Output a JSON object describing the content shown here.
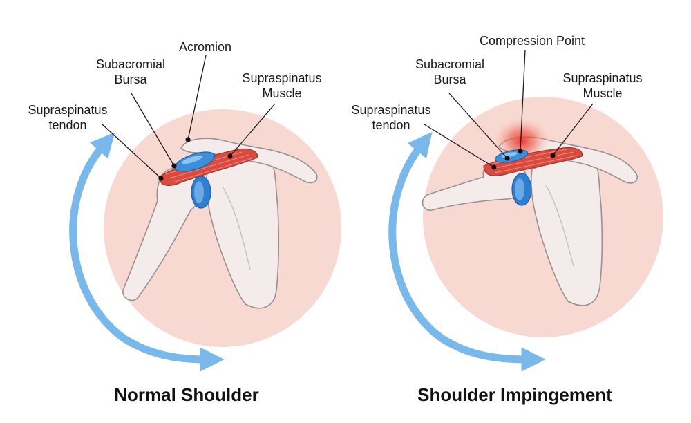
{
  "colors": {
    "background": "#ffffff",
    "circle": "#f8d9d2",
    "bone": "#f3eceb",
    "bone_outline": "#9a8f8f",
    "muscle": "#d94b3f",
    "bursa": "#3d8fd8",
    "labrum": "#2f7fd0",
    "arrow": "#79b8ea",
    "inflammation": "#e8322a"
  },
  "left_panel": {
    "title": "Normal Shoulder",
    "labels": {
      "acromion": "Acromion",
      "bursa_line1": "Subacromial",
      "bursa_line2": "Bursa",
      "muscle_line1": "Supraspinatus",
      "muscle_line2": "Muscle",
      "tendon_line1": "Supraspinatus",
      "tendon_line2": "tendon"
    }
  },
  "right_panel": {
    "title": "Shoulder Impingement",
    "labels": {
      "compression": "Compression Point",
      "bursa_line1": "Subacromial",
      "bursa_line2": "Bursa",
      "muscle_line1": "Supraspinatus",
      "muscle_line2": "Muscle",
      "tendon_line1": "Supraspinatus",
      "tendon_line2": "tendon"
    }
  }
}
